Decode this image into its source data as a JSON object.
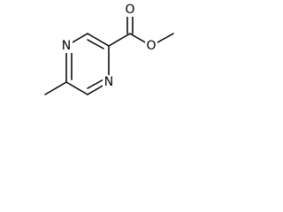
{
  "molecule": {
    "atoms": {
      "n_top": "N",
      "n_bottom": "N",
      "o_carbonyl": "O",
      "o_ester": "O"
    },
    "colors": {
      "bond": "#000000",
      "label": "#000000",
      "background": "#ffffff"
    }
  }
}
